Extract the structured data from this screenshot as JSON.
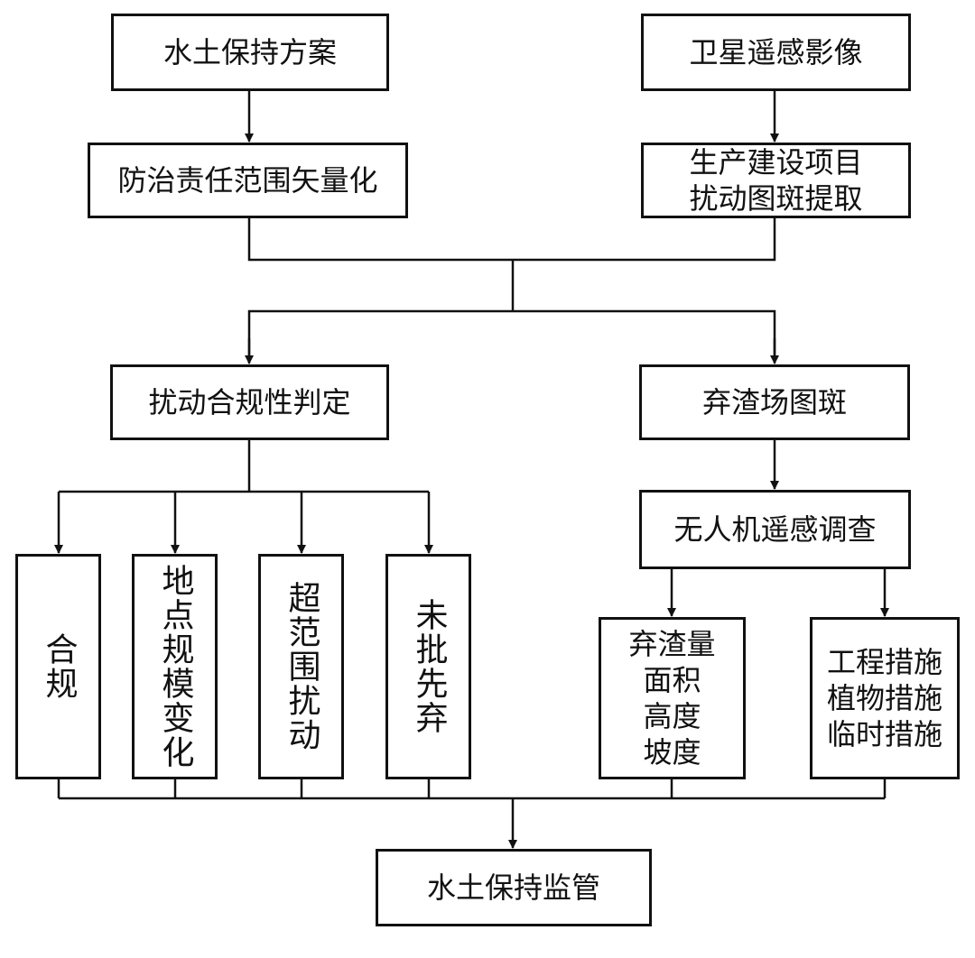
{
  "nodes": {
    "soil_plan": "水土保持方案",
    "satellite_image": "卫星遥感影像",
    "scope_vectorization": "防治责任范围矢量化",
    "disturbance_extraction": [
      "生产建设项目",
      "扰动图斑提取"
    ],
    "compliance_judgment": "扰动合规性判定",
    "spoil_patch": "弃渣场图斑",
    "uav_survey": "无人机遥感调查",
    "compliant": "合规",
    "location_scale_change": "地点规模变化",
    "over_scope_disturbance": "超范围扰动",
    "unapproved_dumping": "未批先弃",
    "spoil_metrics": [
      "弃渣量",
      "面积",
      "高度",
      "坡度"
    ],
    "measures": [
      "工程措施",
      "植物措施",
      "临时措施"
    ],
    "supervision": "水土保持监管"
  }
}
